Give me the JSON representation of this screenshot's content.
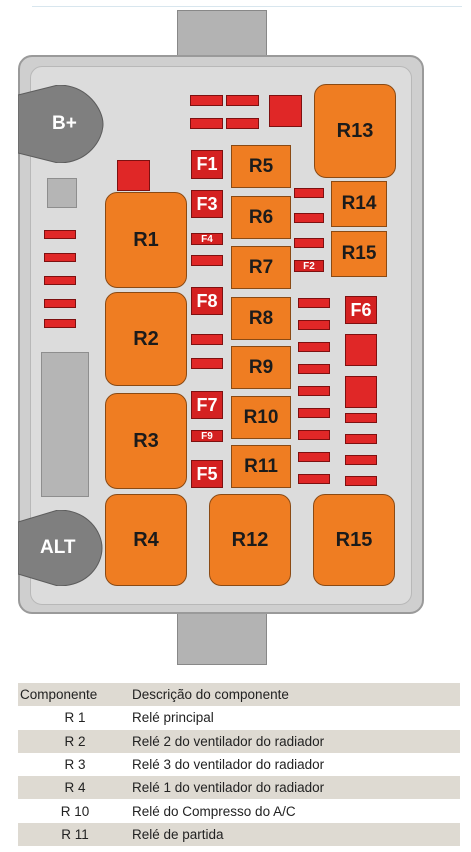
{
  "terminals": {
    "b_plus": "B+",
    "alt": "ALT"
  },
  "relays": {
    "r1": "R1",
    "r2": "R2",
    "r3": "R3",
    "r4": "R4",
    "r5": "R5",
    "r6": "R6",
    "r7": "R7",
    "r8": "R8",
    "r9": "R9",
    "r10": "R10",
    "r11": "R11",
    "r12": "R12",
    "r13": "R13",
    "r14": "R14",
    "r15_right": "R15",
    "r15_bottom": "R15"
  },
  "fuses": {
    "f1": "F1",
    "f2": "F2",
    "f3": "F3",
    "f4": "F4",
    "f5": "F5",
    "f6": "F6",
    "f7": "F7",
    "f8": "F8",
    "f9": "F9"
  },
  "colors": {
    "relay": "#ef7d22",
    "fuse": "#e02727",
    "housing": "#cfcfcf",
    "connector": "#b3b3b3"
  },
  "legend": {
    "headers": [
      "Componente",
      "Descrição do componente"
    ],
    "rows": [
      [
        "R 1",
        "Relé principal"
      ],
      [
        "R 2",
        "Relé 2 do ventilador do radiador"
      ],
      [
        "R 3",
        "Relé 3 do ventilador do radiador"
      ],
      [
        "R 4",
        "Relé 1 do ventilador do radiador"
      ],
      [
        "R 10",
        "Relé do Compresso do A/C"
      ],
      [
        "R 11",
        "Relé de partida"
      ]
    ]
  }
}
